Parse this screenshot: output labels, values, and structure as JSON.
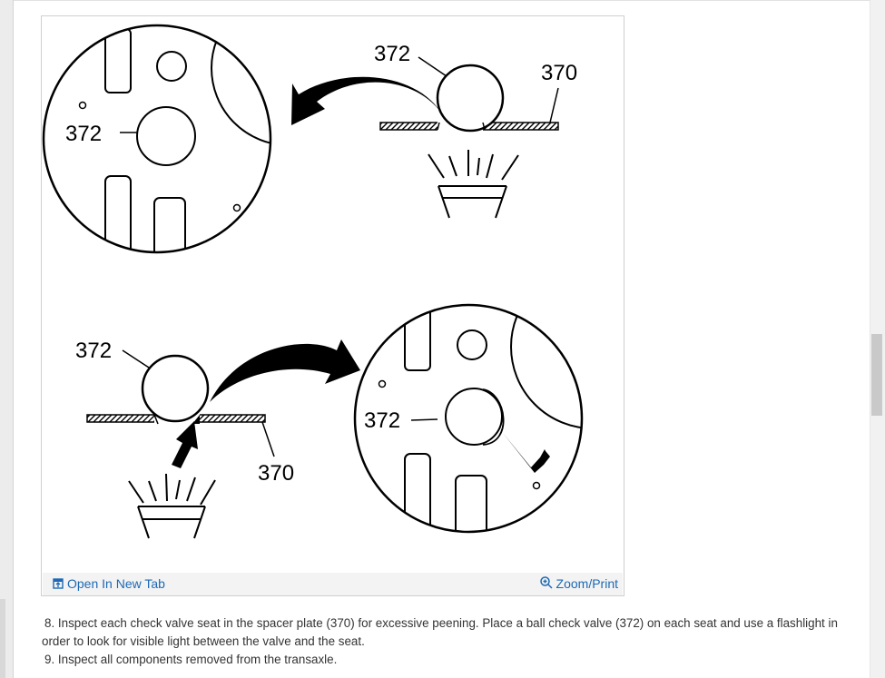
{
  "figure": {
    "callouts": {
      "top_ball": "372",
      "top_plate": "370",
      "top_zoom_ball": "372",
      "bottom_ball": "372",
      "bottom_plate": "370",
      "bottom_zoom_ball": "372"
    },
    "open_link": "Open In New Tab",
    "zoom_link": "Zoom/Print"
  },
  "steps": [
    {
      "num": "8.",
      "text": "Inspect each check valve seat in the spacer plate (370) for excessive peening. Place a ball check valve (372) on each seat and use a flashlight in order to look for visible light between the valve and the seat."
    },
    {
      "num": "9.",
      "text": "Inspect all components removed from the transaxle."
    }
  ]
}
